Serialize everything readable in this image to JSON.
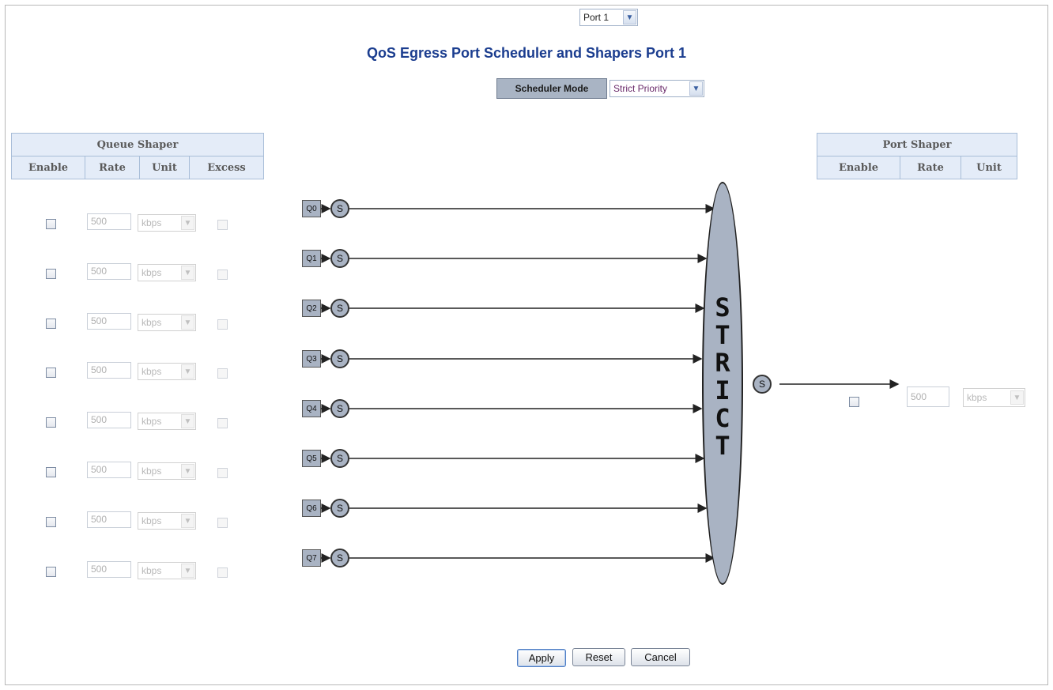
{
  "port_select": {
    "value": "Port 1"
  },
  "title": "QoS Egress Port Scheduler and Shapers  Port 1",
  "scheduler": {
    "label": "Scheduler Mode",
    "value": "Strict Priority"
  },
  "queue_shaper": {
    "header": "Queue Shaper",
    "columns": [
      "Enable",
      "Rate",
      "Unit",
      "Excess"
    ],
    "rows": [
      {
        "queue": "Q0",
        "rate": "500",
        "unit": "kbps"
      },
      {
        "queue": "Q1",
        "rate": "500",
        "unit": "kbps"
      },
      {
        "queue": "Q2",
        "rate": "500",
        "unit": "kbps"
      },
      {
        "queue": "Q3",
        "rate": "500",
        "unit": "kbps"
      },
      {
        "queue": "Q4",
        "rate": "500",
        "unit": "kbps"
      },
      {
        "queue": "Q5",
        "rate": "500",
        "unit": "kbps"
      },
      {
        "queue": "Q6",
        "rate": "500",
        "unit": "kbps"
      },
      {
        "queue": "Q7",
        "rate": "500",
        "unit": "kbps"
      }
    ]
  },
  "diagram": {
    "scheduler_symbol": "S",
    "strict_letters": "STRICT"
  },
  "port_shaper": {
    "header": "Port Shaper",
    "columns": [
      "Enable",
      "Rate",
      "Unit"
    ],
    "rate": "500",
    "unit": "kbps"
  },
  "buttons": {
    "apply": "Apply",
    "reset": "Reset",
    "cancel": "Cancel"
  },
  "colors": {
    "title": "#1b3d8f",
    "header_bg": "#e4ecf8",
    "diagram_fill": "#a9b3c3"
  }
}
